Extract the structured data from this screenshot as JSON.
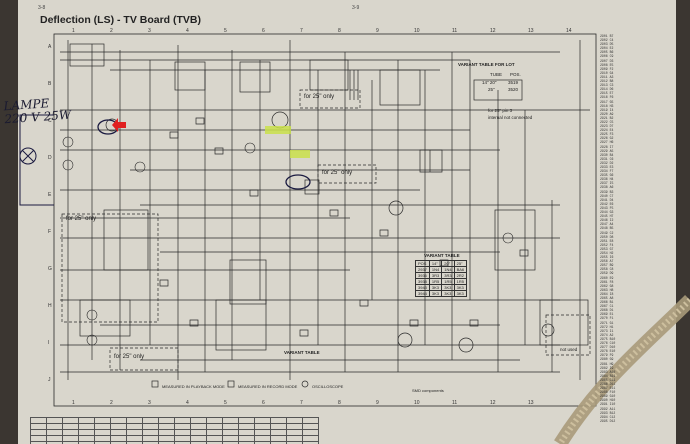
{
  "diagram": {
    "title": "Deflection (LS) - TV Board (TVB)",
    "page_left": "3-8",
    "page_right": "3-9",
    "handwritten_note": [
      "LAMPE",
      "220 V 25W"
    ],
    "column_labels": [
      "1",
      "2",
      "3",
      "4",
      "5",
      "6",
      "7",
      "8",
      "9",
      "10",
      "11",
      "12",
      "13",
      "14"
    ],
    "bottom_column_labels": [
      "1",
      "2",
      "3",
      "4",
      "5",
      "6",
      "7",
      "8",
      "9",
      "10",
      "11",
      "12",
      "13"
    ],
    "row_labels": [
      "A",
      "B",
      "C",
      "D",
      "E",
      "F",
      "G",
      "H",
      "I",
      "J"
    ],
    "annotations": {
      "variant_table_lot": "VARIANT TABLE FOR LOT",
      "tube": "TUBE",
      "pos": "POS.",
      "tube_14": "14\" 20\"",
      "tube_25": "25\"",
      "pos_a": "3519",
      "pos_b": "3520",
      "for25pin": "for 25\" pin 3",
      "internal": "internal not connected",
      "for25_1": "for 25\" only",
      "for25_2": "for 25\" only",
      "for25_3": "for 25\" only",
      "for25_4": "for 25\" only",
      "variant_table": "VARIANT TABLE",
      "variant_table_bottom": "VARIANT TABLE",
      "not_used": "not used",
      "smd": "SMD components"
    },
    "variant_table_rows": [
      [
        "POS",
        "14\"",
        "20\"",
        "25\""
      ],
      [
        "2937",
        "1N4",
        "1N4",
        "BA6"
      ],
      [
        "3936",
        "3R3",
        "3R3",
        "2R2"
      ],
      [
        "3938",
        "1R5",
        "1R5",
        "1R5"
      ],
      [
        "3943",
        "3K3",
        "3K3",
        "3K3"
      ],
      [
        "3944",
        "3K3",
        "3K3",
        "3K3"
      ]
    ],
    "legend": {
      "measured_playback": "MEASURED IN PLAYBACK MODE",
      "measured_record": "MEASURED IN RECORD MODE",
      "oscilloscope": "OSCILLOSCOPE"
    },
    "side_parts": [
      "2901 B7",
      "2902 C4",
      "2903 D5",
      "2904 E2",
      "2905 B6",
      "2906 C9",
      "2907 D3",
      "2908 E5",
      "2909 F2",
      "2910 G4",
      "2911 A3",
      "2912 B8",
      "2913 C3",
      "2914 D6",
      "2915 E7",
      "2916 F6",
      "2917 G5",
      "2918 H3",
      "2919 I4",
      "2920 A9",
      "2921 B2",
      "2922 C5",
      "2923 D7",
      "2924 E4",
      "2925 F3",
      "2926 G2",
      "2927 H6",
      "2928 I7",
      "2929 A5",
      "2930 B4",
      "2931 C6",
      "2932 D2",
      "2933 E3",
      "2934 F7",
      "2935 G6",
      "2936 H4",
      "2937 I5",
      "2938 A6",
      "2939 B3",
      "2940 C7",
      "2941 D4",
      "2942 E6",
      "2943 F5",
      "2944 G3",
      "2945 H7",
      "2946 I2",
      "2947 A4",
      "2948 B5",
      "2949 C2",
      "2950 D8",
      "2951 E8",
      "2952 F4",
      "2953 G7",
      "2954 H2",
      "2955 I6",
      "2956 A7",
      "2957 B9",
      "2958 C8",
      "2959 D9",
      "2960 E9",
      "2961 F8",
      "2962 G8",
      "2963 H8",
      "2964 I8",
      "2965 A8",
      "2966 B1",
      "2967 C1",
      "2968 D1",
      "2969 E1",
      "2970 F1",
      "2971 G1",
      "2972 H1",
      "2973 I1",
      "2974 A2",
      "2975 B10",
      "2976 C10",
      "2977 D10",
      "2978 E10",
      "2979 F9",
      "2980 G9",
      "2981 H9",
      "2982 I9",
      "2983 A10",
      "2984 B11",
      "2985 C11",
      "2986 D11",
      "2987 E11",
      "2988 F10",
      "2989 G10",
      "2990 H10",
      "2991 I10",
      "2992 A11",
      "2993 B12",
      "2994 C12",
      "2995 D12"
    ],
    "colors": {
      "paper": "#d9d6cc",
      "line": "#2a2a2a",
      "highlight": "#c9e04a",
      "arrow": "#e02020",
      "pen": "#1a1a40",
      "background": "#3b3631"
    }
  }
}
